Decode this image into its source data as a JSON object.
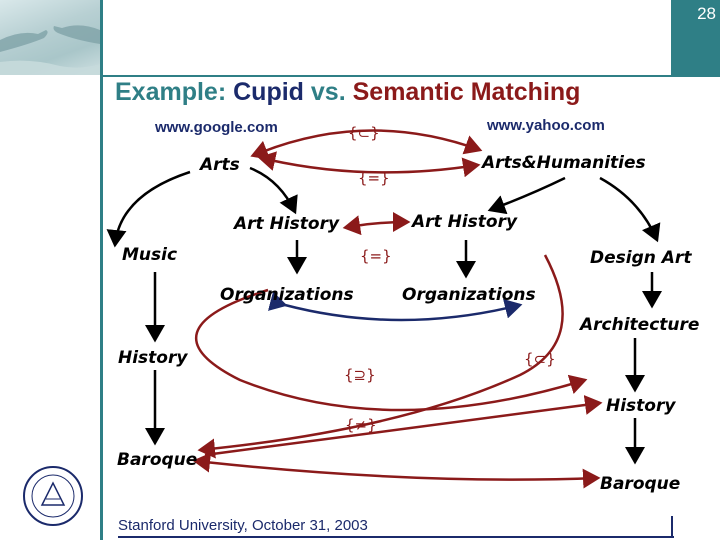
{
  "page_number": "28",
  "title": {
    "part1": "Example:",
    "part2": "Cupid",
    "part3": "vs.",
    "part4": "Semantic Matching"
  },
  "left_source": "www.google.com",
  "right_source": "www.yahoo.com",
  "left_tree": {
    "root": "Arts",
    "art_history": "Art History",
    "music": "Music",
    "organizations": "Organizations",
    "history": "History",
    "baroque": "Baroque"
  },
  "right_tree": {
    "root": "Arts&Humanities",
    "art_history": "Art History",
    "design_art": "Design Art",
    "organizations": "Organizations",
    "architecture": "Architecture",
    "history": "History",
    "baroque": "Baroque"
  },
  "relations": {
    "subset_top": "{⊂}",
    "equal_arts": "{=}",
    "equal_arthistory": "{=}",
    "superset": "{⊇}",
    "subset_mid": "{⊂}",
    "notequal": "{≠}"
  },
  "footer": "Stanford University, October 31, 2003",
  "colors": {
    "accent": "#2f7f86",
    "navy": "#1b2a6b",
    "red": "#8b1a1a"
  }
}
